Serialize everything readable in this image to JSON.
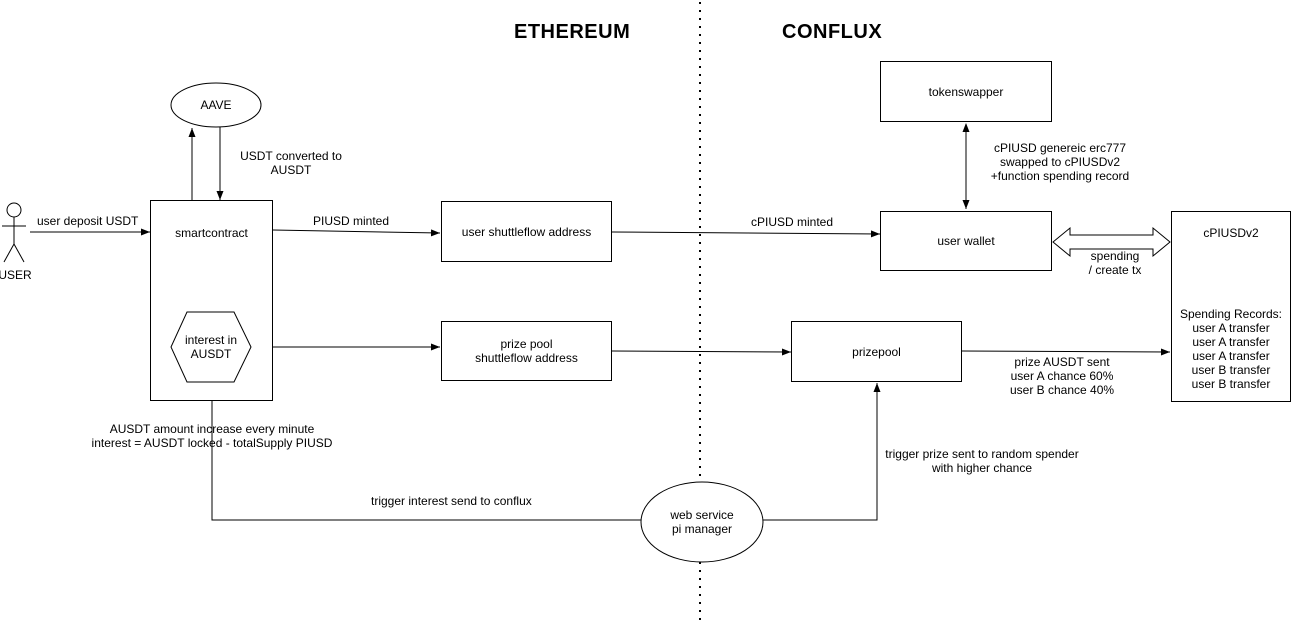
{
  "headings": {
    "ethereum": "ETHEREUM",
    "conflux": "CONFLUX"
  },
  "actor": {
    "label": "USER"
  },
  "nodes": {
    "aave": "AAVE",
    "smartcontract": "smartcontract",
    "interest": [
      "interest in",
      "AUSDT"
    ],
    "user_shuttleflow": "user shuttleflow address",
    "prize_pool_shuttleflow": [
      "prize pool",
      "shuttleflow address"
    ],
    "tokenswapper": "tokenswapper",
    "user_wallet": "user wallet",
    "prizepool": "prizepool",
    "cpiusdv2": {
      "title": "cPIUSDv2",
      "records_title": "Spending Records:",
      "records": [
        "user A transfer",
        "user A transfer",
        "user A transfer",
        "user B transfer",
        "user B transfer"
      ]
    },
    "web_service": [
      "web service",
      "pi manager"
    ]
  },
  "edge_labels": {
    "user_deposit": "user deposit USDT",
    "usdt_converted": [
      "USDT converted to",
      "AUSDT"
    ],
    "piusd_minted": "PIUSD minted",
    "cpiusd_minted": "cPIUSD minted",
    "swap_note": [
      "cPIUSD genereic erc777",
      "swapped to cPIUSDv2",
      "+function spending record"
    ],
    "spending": [
      "spending",
      "/ create tx"
    ],
    "prize_sent": [
      "prize AUSDT sent",
      "user A chance 60%",
      "user B chance 40%"
    ],
    "ausdt_note": [
      "AUSDT amount increase every minute",
      "interest = AUSDT locked - totalSupply PIUSD"
    ],
    "trigger_interest": "trigger interest send to conflux",
    "trigger_prize": [
      "trigger prize sent to random spender",
      "with higher chance"
    ]
  }
}
